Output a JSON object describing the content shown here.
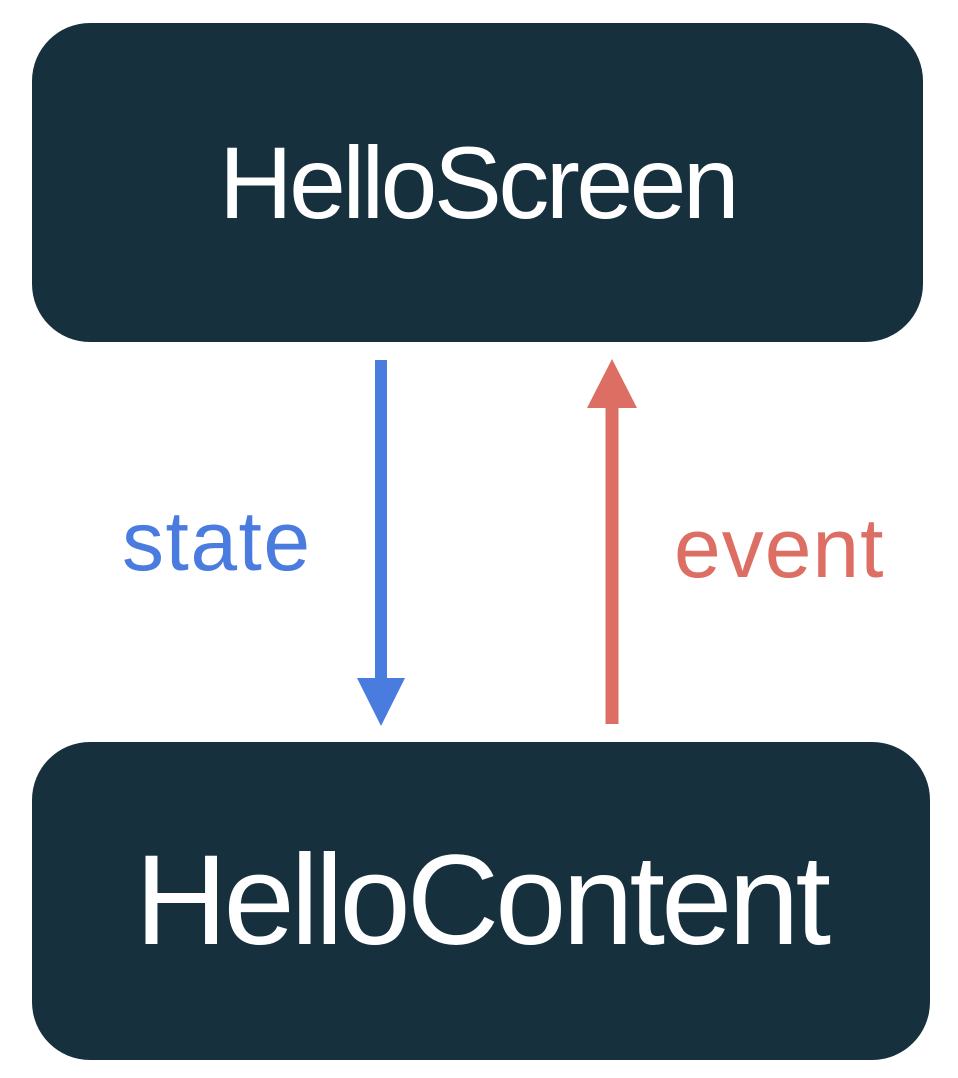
{
  "diagram": {
    "background_color": "#FFFFFF",
    "nodes": {
      "top": {
        "label": "HelloScreen"
      },
      "bottom": {
        "label": "HelloContent"
      }
    },
    "edges": {
      "state": {
        "label": "state",
        "direction": "down",
        "from": "HelloScreen",
        "to": "HelloContent",
        "color": "#4A7CE0"
      },
      "event": {
        "label": "event",
        "direction": "up",
        "from": "HelloContent",
        "to": "HelloScreen",
        "color": "#DD6E63"
      }
    },
    "node_style": {
      "background_color": "#17303E",
      "text_color": "#FFFFFF"
    }
  }
}
